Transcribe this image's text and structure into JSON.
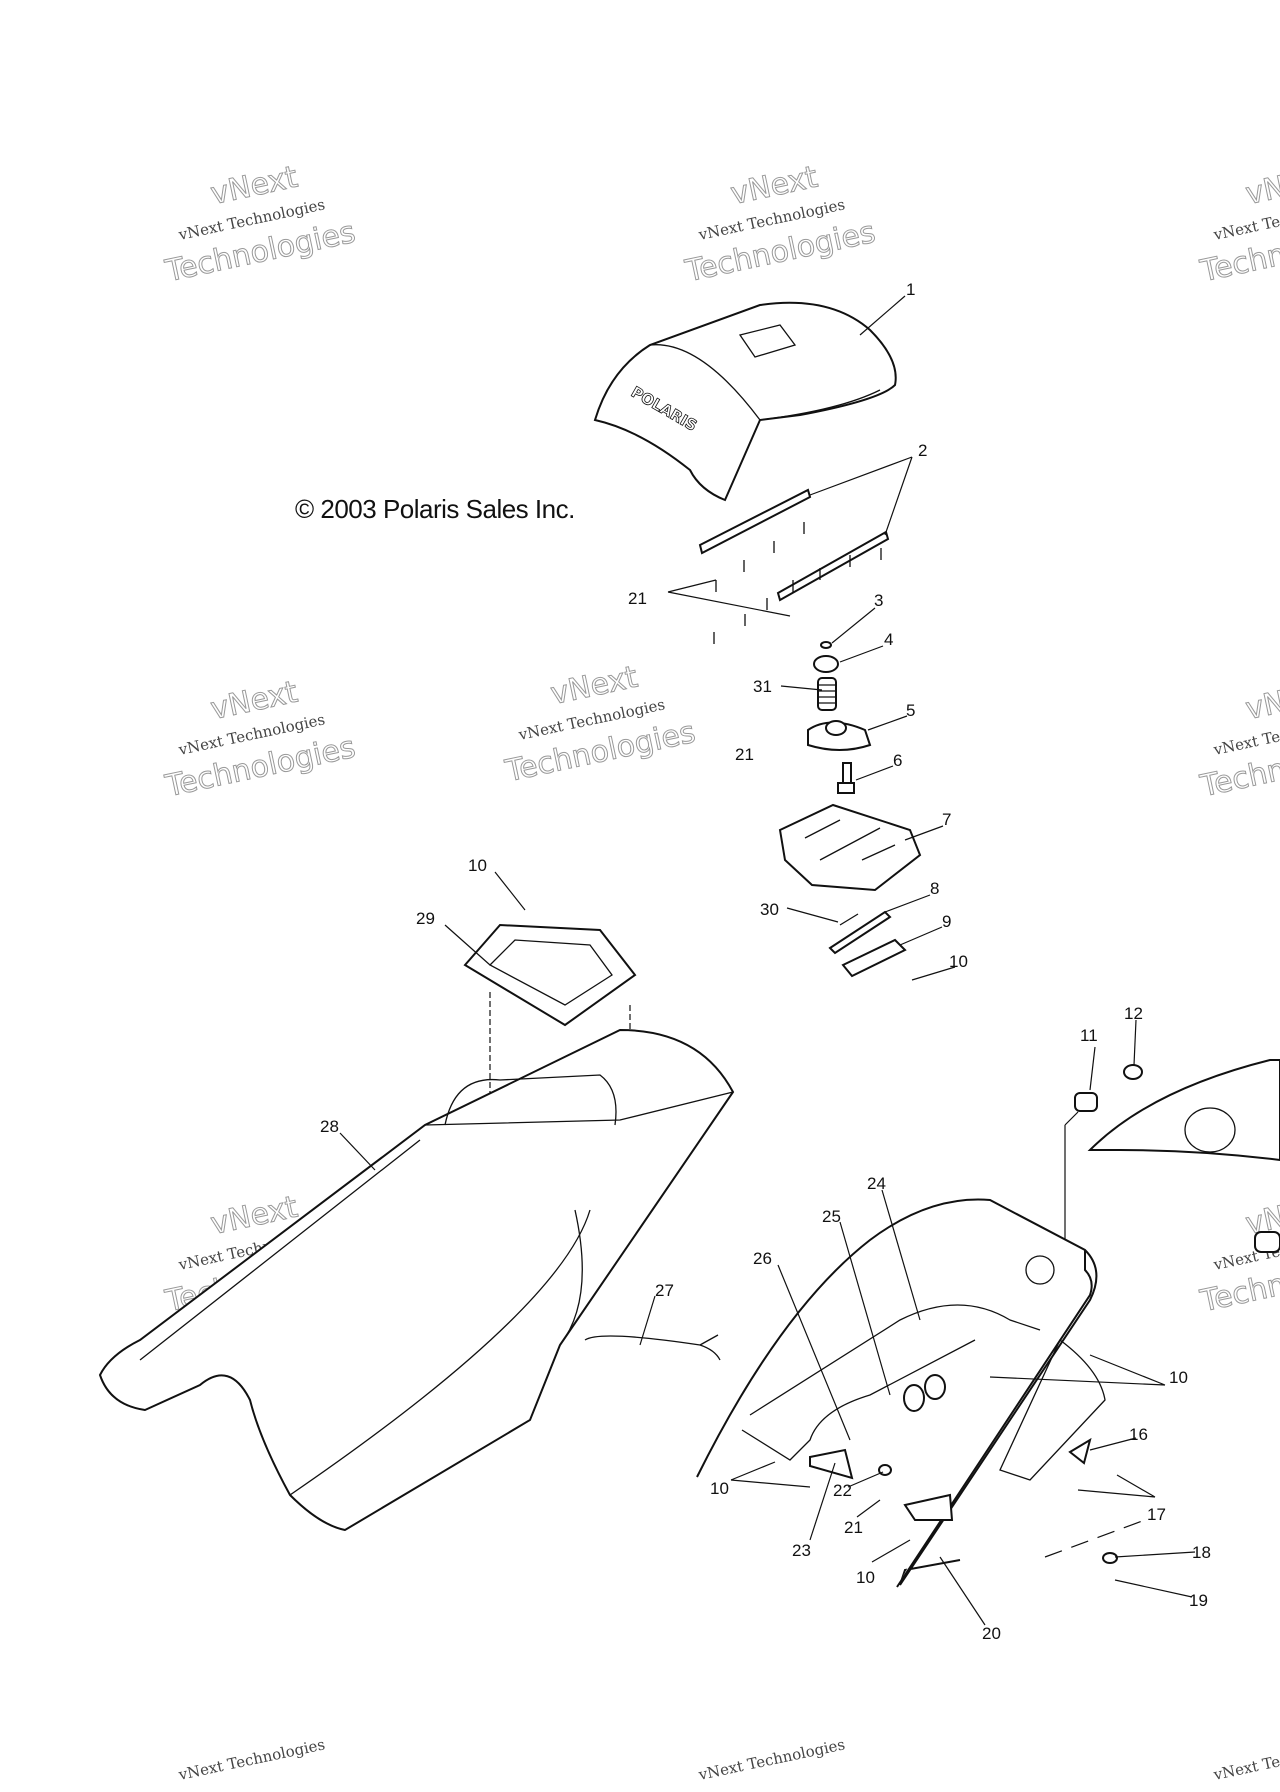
{
  "copyright": "© 2003 Polaris Sales Inc.",
  "logo_text": "POLARIS",
  "watermark": {
    "line1": "vNext Technologies",
    "line2": "vNext",
    "line3": "Technologies"
  },
  "callouts": [
    "1",
    "2",
    "21",
    "3",
    "4",
    "31",
    "5",
    "21",
    "6",
    "7",
    "8",
    "30",
    "9",
    "10",
    "10",
    "29",
    "11",
    "12",
    "28",
    "24",
    "25",
    "26",
    "27",
    "10",
    "16",
    "17",
    "18",
    "19",
    "20",
    "10",
    "22",
    "21",
    "23",
    "10"
  ]
}
